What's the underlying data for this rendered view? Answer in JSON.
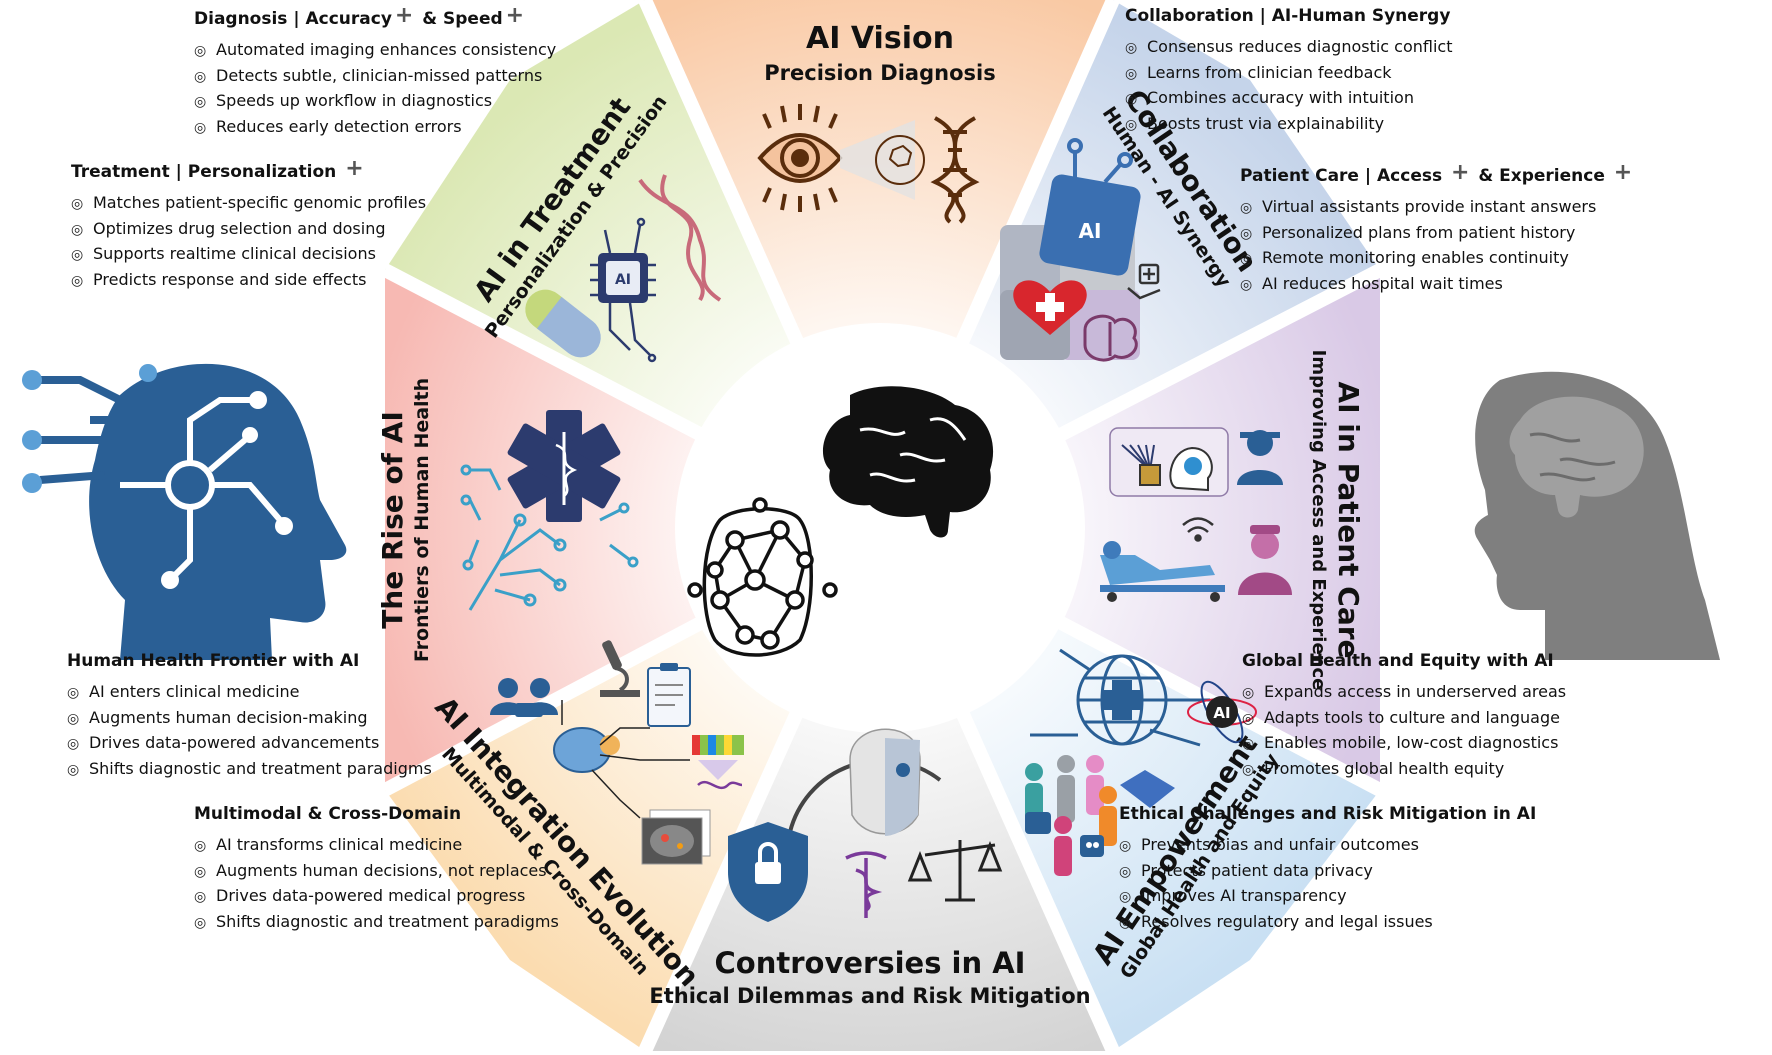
{
  "segments": {
    "ai_vision": {
      "title": "AI Vision",
      "subtitle": "Precision Diagnosis"
    },
    "collaboration": {
      "title": "Collaboration",
      "subtitle": "Human - AI Synergy"
    },
    "patient_care": {
      "title": "AI in Patient Care",
      "subtitle": "Improving Access and Experience"
    },
    "empowerment": {
      "title": "AI Empowerment",
      "subtitle": "Global Health and Equity"
    },
    "controversies": {
      "title": "Controversies in AI",
      "subtitle": "Ethical Dilemmas and Risk Mitigation"
    },
    "integration": {
      "title": "AI Integration Evolution",
      "subtitle": "Multimodal & Cross-Domain"
    },
    "rise": {
      "title": "The Rise of AI",
      "subtitle": "Frontiers of Human Health"
    },
    "treatment": {
      "title": "AI in Treatment",
      "subtitle": "Personalization & Precision"
    }
  },
  "badges": {
    "collab_puzzle": "AI",
    "chip": "AI",
    "atom": "AI"
  },
  "blocks": {
    "diagnosis": {
      "heading_a": "Diagnosis | Accuracy",
      "plus_a": "+",
      "heading_b": "& Speed",
      "plus_b": "+",
      "items": [
        "Automated imaging enhances consistency",
        "Detects subtle, clinician-missed patterns",
        "Speeds up workflow in diagnostics",
        "Reduces early detection errors"
      ]
    },
    "collaboration": {
      "heading": "Collaboration | AI-Human Synergy",
      "items": [
        "Consensus reduces diagnostic conflict",
        "Learns from clinician feedback",
        "Combines accuracy with intuition",
        "Boosts trust via explainability"
      ]
    },
    "treatment": {
      "heading_a": "Treatment | Personalization",
      "plus_a": "+",
      "items": [
        "Matches patient-specific genomic profiles",
        "Optimizes drug selection and dosing",
        "Supports realtime clinical decisions",
        "Predicts response and side effects"
      ]
    },
    "patient_care": {
      "heading_a": "Patient Care | Access",
      "plus_a": "+",
      "heading_b": "& Experience",
      "plus_b": "+",
      "items": [
        "Virtual assistants provide instant answers",
        "Personalized plans from patient history",
        "Remote monitoring enables continuity",
        "AI reduces hospital wait times"
      ]
    },
    "frontier": {
      "heading": "Human Health Frontier with AI",
      "items": [
        "AI enters clinical medicine",
        "Augments human decision-making",
        "Drives data-powered advancements",
        "Shifts diagnostic and treatment paradigms"
      ]
    },
    "global": {
      "heading": "Global Health and Equity with AI",
      "items": [
        "Expands access in underserved areas",
        "Adapts tools to culture and language",
        "Enables mobile, low-cost diagnostics",
        "Promotes global health equity"
      ]
    },
    "multimodal": {
      "heading": "Multimodal & Cross-Domain",
      "items": [
        "AI transforms clinical medicine",
        "Augments human decisions, not replaces",
        "Drives data-powered medical progress",
        "Shifts diagnostic and treatment paradigms"
      ]
    },
    "ethics": {
      "heading": "Ethical Challenges and Risk Mitigation in AI",
      "items": [
        "Prevents bias and unfair outcomes",
        "Protects patient data privacy",
        "Improves AI transparency",
        "Resolves regulatory and legal issues"
      ]
    }
  },
  "bullet_glyph": "◎",
  "colors": {
    "vision": "#f9c9a4",
    "collaboration": "#c5d4ea",
    "patient_care": "#d9c9e6",
    "empowerment": "#c9e0f3",
    "controversies": "#d6d6d6",
    "integration": "#fbdcb0",
    "rise": "#f7b9b3",
    "treatment": "#dbe8b4",
    "head_blue": "#2a5f95",
    "head_gray": "#8a8a8a",
    "navy": "#2c3b6e",
    "teal_icon": "#3aa0c8"
  },
  "icons": [
    "eye-icon",
    "dna-icon",
    "molecule-icon",
    "puzzle-icon",
    "heart-icon",
    "brain-icon",
    "hospital-bed-icon",
    "doctor-icon",
    "nurse-icon",
    "wifi-icon",
    "globe-icon",
    "atom-icon",
    "people-icon",
    "handshake-icon",
    "robot-icon",
    "shield-lock-icon",
    "robot-face-icon",
    "caduceus-icon",
    "scales-icon",
    "microscope-icon",
    "clipboard-icon",
    "gene-sequencing-icon",
    "brain-scan-icon",
    "star-of-life-icon",
    "hand-circuit-icon",
    "chip-icon",
    "pill-icon",
    "neural-network-icon",
    "circuit-head-icon",
    "gray-head-icon"
  ]
}
